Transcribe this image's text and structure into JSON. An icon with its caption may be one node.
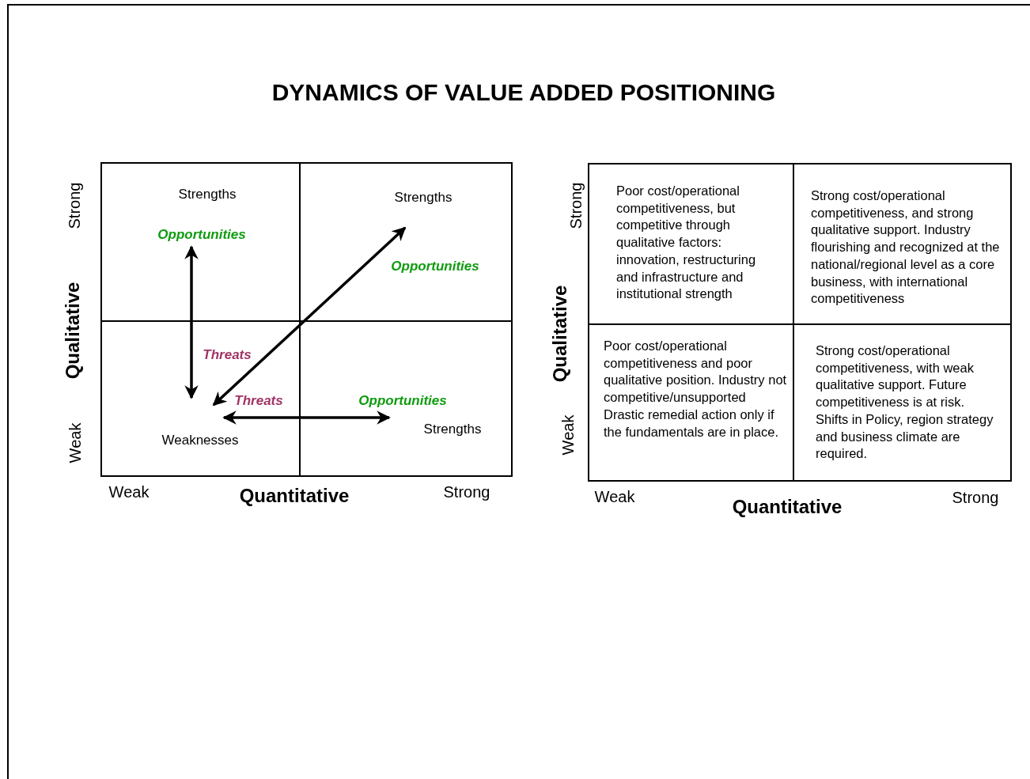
{
  "diagram": {
    "title": "DYNAMICS OF VALUE ADDED POSITIONING",
    "nodes": [
      {
        "text": [],
        "shape": "box"
      },
      {
        "text": [
          "Strengths",
          "Opportunities"
        ],
        "in": 0
      },
      {
        "text": [
          "Strengths",
          "Opportunities"
        ],
        "in": 0
      },
      {
        "text": [
          "Threats",
          "Threats",
          "Weaknesses"
        ],
        "in": 0
      },
      {
        "text": [
          "Opportunities",
          "Strengths"
        ],
        "in": 0
      },
      {
        "text": [],
        "shape": "box"
      },
      {
        "text": [
          "Poor cost/operational competitiveness, but competitive through qualitative factors: innovation, restructuring and infrastructure and institutional strength"
        ],
        "in": 5
      },
      {
        "text": [
          "Strong cost/operational competitiveness, and strong qualitative support. Industry flourishing and recognized at the national/regional level as a core business, with international competitiveness"
        ],
        "in": 5
      },
      {
        "text": [
          "Poor cost/operational competitiveness and poor qualitative position. Industry not competitive/unsupported Drastic remedial action only if the fundamentals are in place."
        ],
        "in": 5
      },
      {
        "text": [
          "Strong cost/operational competitiveness, with weak qualitative support. Future competitiveness is at risk. Shifts in Policy, region strategy and business climate are required."
        ],
        "in": 5
      }
    ],
    "edges": [
      {
        "from": 1,
        "to": 3,
        "arrow": "both"
      },
      {
        "from": 3,
        "to": 2,
        "arrow": "both"
      },
      {
        "from": 3,
        "to": 4,
        "arrow": "both"
      }
    ],
    "labels": [
      "Strong",
      "Qualitative",
      "Weak",
      "Weak",
      "Quantitative",
      "Strong",
      "Strong",
      "Qualitative",
      "Weak",
      "Weak",
      "Quantitative",
      "Strong"
    ]
  }
}
